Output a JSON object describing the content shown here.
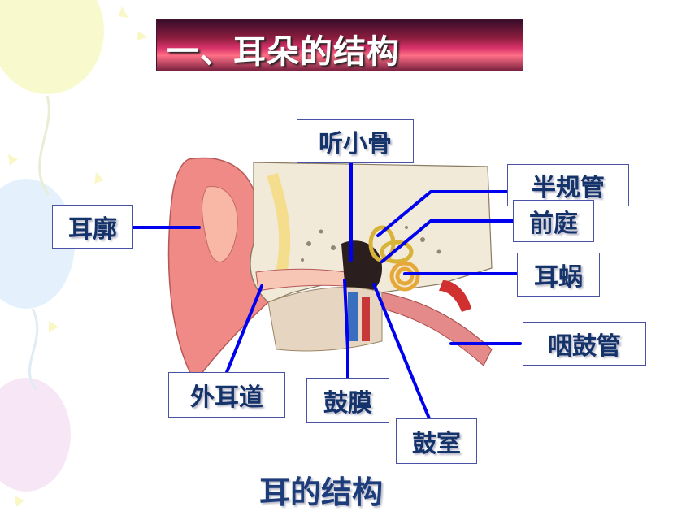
{
  "slide": {
    "title": "一、耳朵的结构",
    "caption": "耳的结构"
  },
  "labels": {
    "tinggu": "听小骨",
    "erkuo": "耳廓",
    "banguiguan": "半规管",
    "qianting": "前庭",
    "erwo": "耳蜗",
    "yanguguan": "咽鼓管",
    "waierdao": "外耳道",
    "gumo": "鼓膜",
    "gushi": "鼓室"
  },
  "colors": {
    "leader": "#0000ee",
    "label_text": "#15336b",
    "label_border": "#4a52a6"
  }
}
